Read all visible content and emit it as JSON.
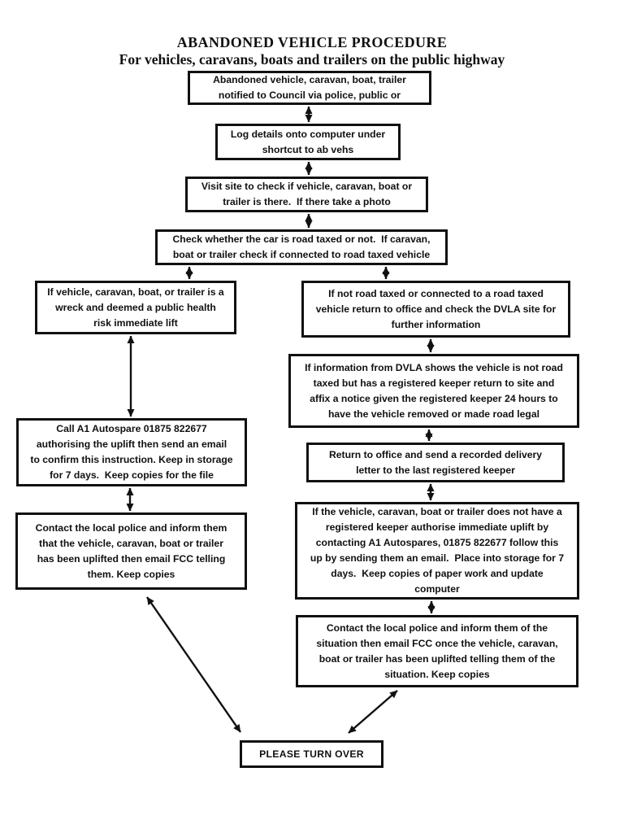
{
  "header": {
    "title": "ABANDONED VEHICLE PROCEDURE",
    "subtitle": "For vehicles, caravans, boats and trailers on the public highway"
  },
  "colors": {
    "ink": "#111111",
    "background": "#ffffff"
  },
  "boxes": {
    "notified": {
      "text": "Abandoned vehicle, caravan, boat, trailer\nnotified to Council via police, public or"
    },
    "log_details": {
      "text": "Log details onto computer under\nshortcut to ab vehs"
    },
    "visit_site": {
      "text": "Visit site to check if vehicle, caravan, boat or\ntrailer is there.  If there take a photo"
    },
    "check_tax": {
      "text": "Check whether the car is road taxed or not.  If caravan,\nboat or trailer check if connected to road taxed vehicle"
    },
    "wreck_lift": {
      "text": "If vehicle, caravan, boat, or trailer is a\nwreck and deemed a public health\nrisk immediate lift"
    },
    "call_autospare": {
      "text": "Call A1 Autospare 01875 822677\nauthorising the uplift then send an email\nto confirm this instruction. Keep in storage\nfor 7 days.  Keep copies for the file"
    },
    "police_left": {
      "text": "Contact the local police and inform them\nthat the vehicle, caravan, boat or trailer\nhas been uplifted then email FCC telling\nthem. Keep copies"
    },
    "dvla_check": {
      "text": "If not road taxed or connected to a road taxed\nvehicle return to office and check the DVLA site for\nfurther information"
    },
    "dvla_notice": {
      "text": "If information from DVLA shows the vehicle is not road\ntaxed but has a registered keeper return to site and\naffix a notice given the registered keeper 24 hours to\nhave the vehicle removed or made road legal"
    },
    "recorded_letter": {
      "text": "Return to office and send a recorded delivery\nletter to the last registered keeper"
    },
    "no_keeper_uplift": {
      "text": "If the vehicle, caravan, boat or trailer does not have a\nregistered keeper authorise immediate uplift by\ncontacting A1 Autospares, 01875 822677 follow this\nup by sending them an email.  Place into storage for 7\ndays.  Keep copies of paper work and update\ncomputer"
    },
    "police_right": {
      "text": "Contact the local police and inform them of the\nsituation then email FCC once the vehicle, caravan,\nboat or trailer has been uplifted telling them of the\nsituation. Keep copies"
    },
    "turn_over": {
      "text": "PLEASE TURN OVER"
    }
  }
}
